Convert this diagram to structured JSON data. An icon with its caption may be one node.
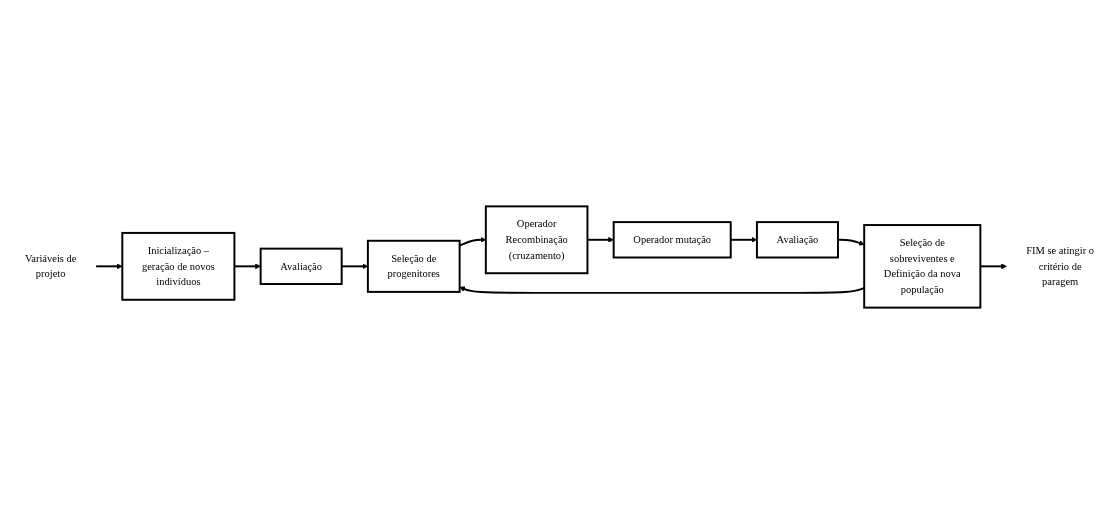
{
  "diagram": {
    "nodes": [
      {
        "text": [
          "Variáveis de projeto"
        ]
      },
      {
        "text": [
          "Inicialização – geração de novos indivíduos"
        ]
      },
      {
        "text": [
          "Avaliação"
        ]
      },
      {
        "text": [
          "Seleção de progenitores"
        ]
      },
      {
        "text": [
          "Operador Recombinação (cruzamento)"
        ]
      },
      {
        "text": [
          "Operador mutação"
        ]
      },
      {
        "text": [
          "Avaliação"
        ]
      },
      {
        "text": [
          "Seleção de sobreviventes e Definição da nova população"
        ]
      },
      {
        "text": [
          "FIM se atingir o critério de paragem"
        ]
      }
    ],
    "edges": [
      {
        "from": 0,
        "to": 1,
        "arrow": "to"
      },
      {
        "from": 1,
        "to": 2,
        "arrow": "to"
      },
      {
        "from": 2,
        "to": 3,
        "arrow": "to"
      },
      {
        "from": 3,
        "to": 4,
        "arrow": "to"
      },
      {
        "from": 4,
        "to": 5,
        "arrow": "to"
      },
      {
        "from": 5,
        "to": 6,
        "arrow": "to"
      },
      {
        "from": 6,
        "to": 7,
        "arrow": "to"
      },
      {
        "from": 7,
        "to": 3,
        "arrow": "to"
      },
      {
        "from": 7,
        "to": 8,
        "arrow": "to"
      }
    ]
  }
}
